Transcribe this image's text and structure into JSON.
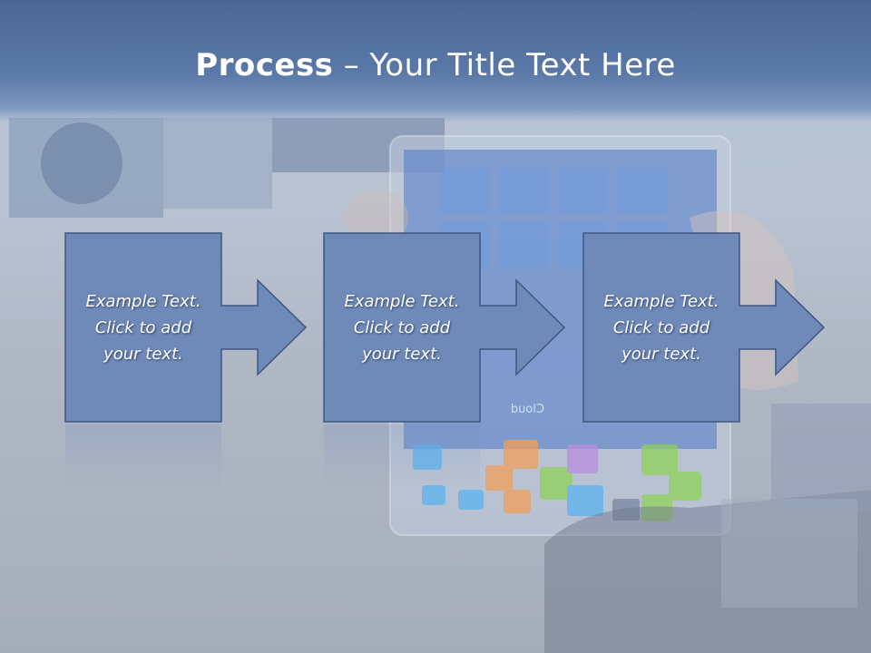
{
  "slide": {
    "title_bold": "Process",
    "title_rest": " – Your Title Text Here"
  },
  "steps": [
    {
      "text": "Example Text.\nClick  to add\nyour text."
    },
    {
      "text": "Example Text.\nClick  to add\nyour text."
    },
    {
      "text": "Example Text.\nClick  to add\nyour text."
    }
  ],
  "background": {
    "label": "Cloud"
  },
  "colors": {
    "title_bar": "#4a6694",
    "shape_fill": "#6f8ab8",
    "shape_stroke": "#3f5680",
    "text": "#ffffff"
  }
}
